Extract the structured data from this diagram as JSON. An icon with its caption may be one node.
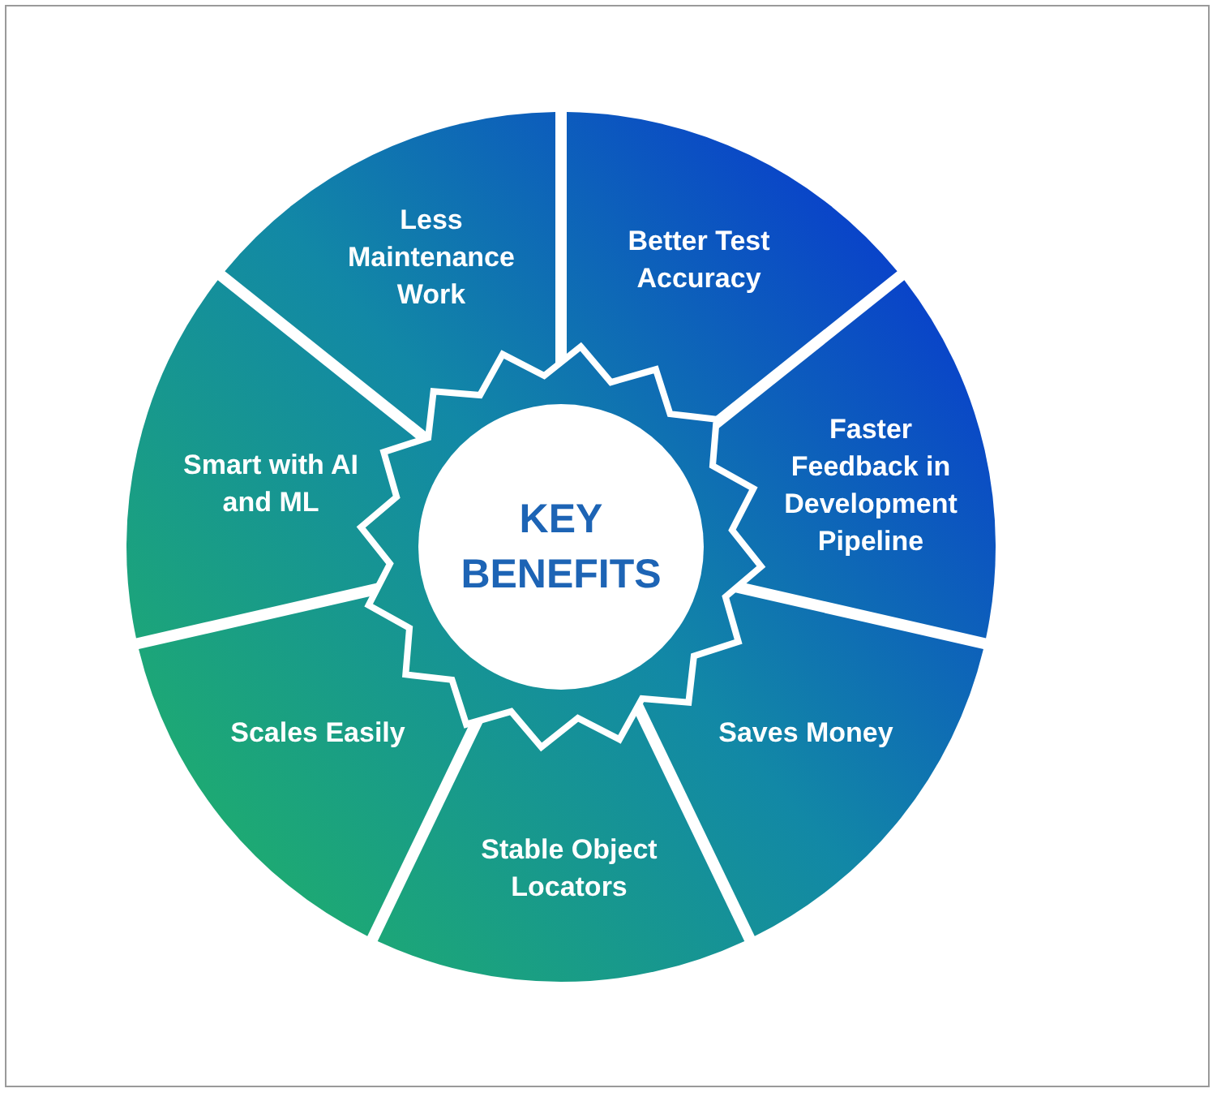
{
  "diagram": {
    "nodes": [
      {
        "text": [
          "KEY BENEFITS"
        ]
      },
      {
        "text": [
          "Better Test Accuracy"
        ]
      },
      {
        "text": [
          "Faster Feedback in Development Pipeline"
        ]
      },
      {
        "text": [
          "Saves Money"
        ]
      },
      {
        "text": [
          "Stable Object Locators"
        ]
      },
      {
        "text": [
          "Scales Easily"
        ]
      },
      {
        "text": [
          "Smart with AI and ML"
        ]
      },
      {
        "text": [
          "Less Maintenance Work"
        ]
      }
    ]
  }
}
